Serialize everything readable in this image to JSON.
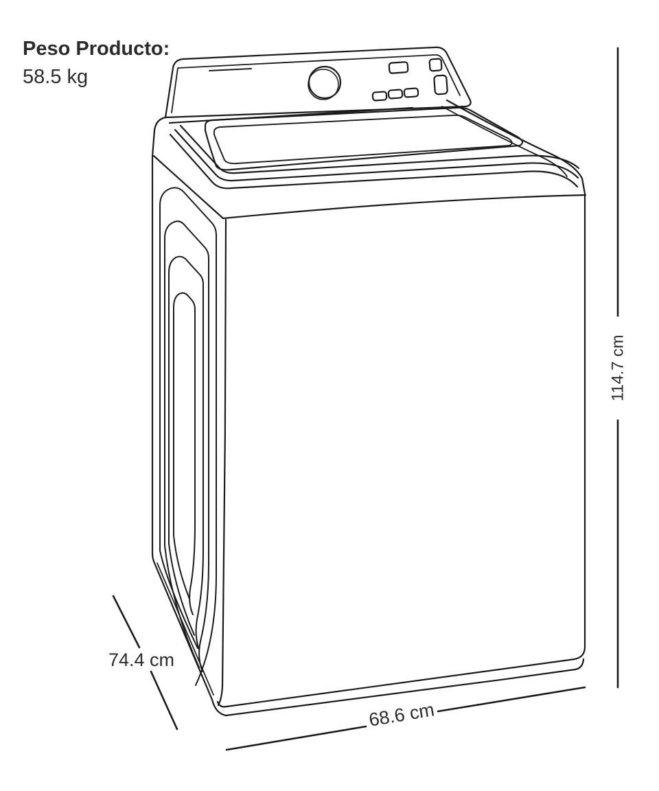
{
  "product_spec": {
    "weight_label": "Peso Producto:",
    "weight_value": "58.5 kg",
    "height": "114.7 cm",
    "depth": "74.4 cm",
    "width": "68.6 cm"
  },
  "illustration": {
    "type": "line-drawing",
    "subject": "top-load washing machine, three-quarter view",
    "line_color": "#1a1a1a"
  },
  "canvas": {
    "background": "#ffffff",
    "text_color": "#2b2b2b"
  }
}
